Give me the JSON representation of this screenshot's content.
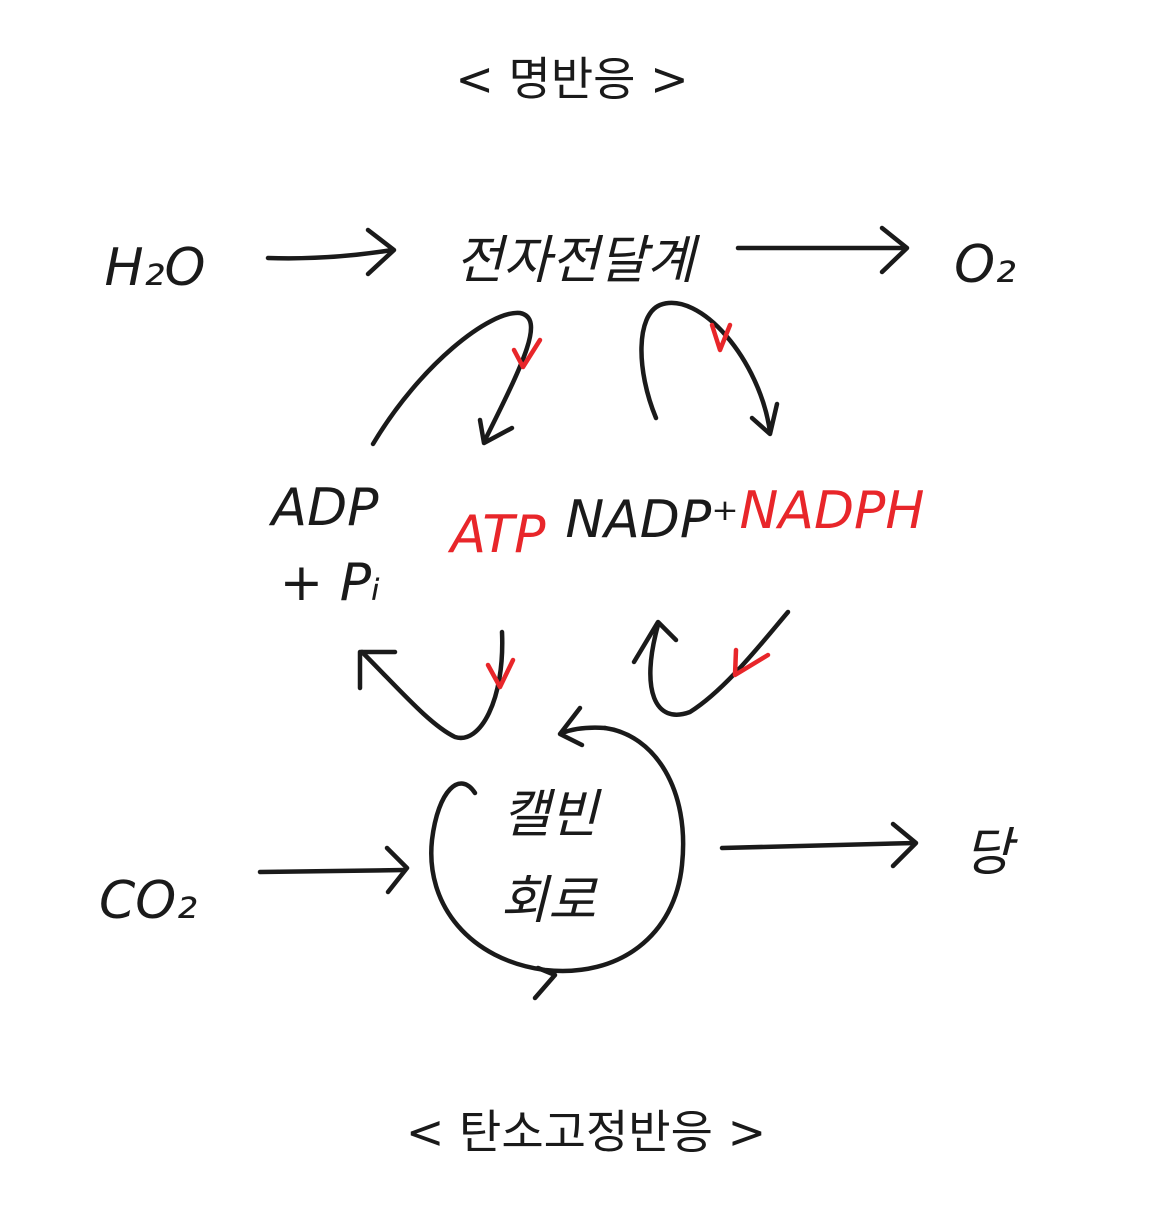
{
  "colors": {
    "ink": "#1a1a1a",
    "accent": "#e8262a",
    "background": "#ffffff"
  },
  "titles": {
    "top": "< 명반응 >",
    "bottom": "< 탄소고정반응 >"
  },
  "nodes": {
    "h2o": "H₂O",
    "etc": "전자전달계",
    "o2": "O₂",
    "adp": "ADP",
    "pi": "+ Pᵢ",
    "atp": "ATP",
    "nadp": "NADP⁺",
    "nadph": "NADPH",
    "cycle_line1": "캘빈",
    "cycle_line2": "회로",
    "co2": "CO₂",
    "sugar": "당"
  }
}
